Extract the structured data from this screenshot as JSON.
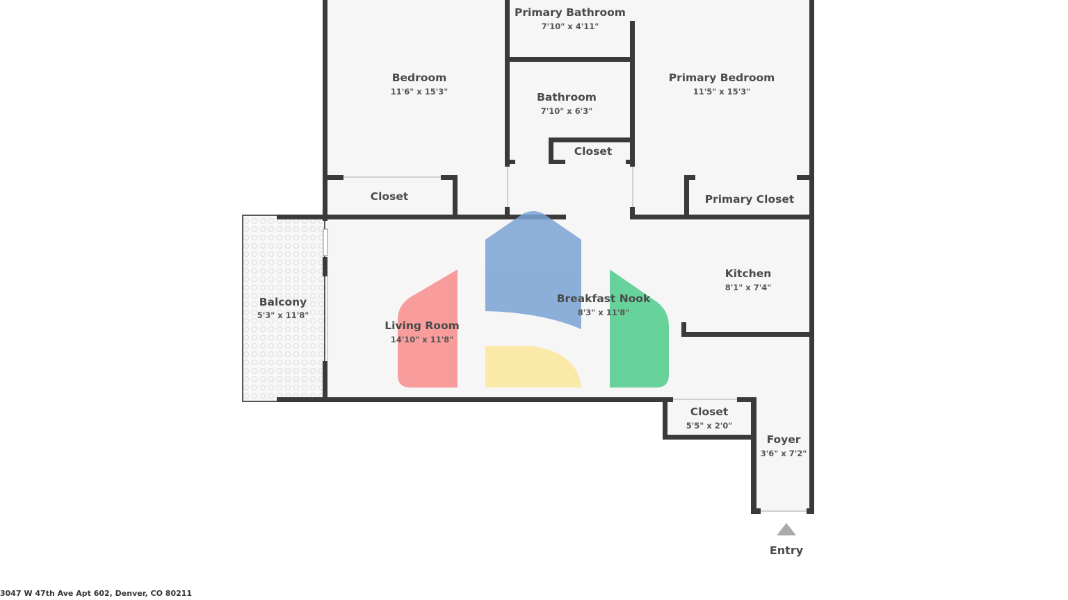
{
  "address": "3047 W 47th Ave Apt 602, Denver, CO 80211",
  "entry": {
    "label": "Entry"
  },
  "colors": {
    "wall": "#3a3a3a",
    "floor": "#f6f6f6",
    "logo_red": "#f88c8c",
    "logo_blue": "#7aa3d6",
    "logo_yellow": "#fbe79a",
    "logo_green": "#4ecb8a"
  },
  "rooms": {
    "primary_bathroom": {
      "name": "Primary Bathroom",
      "dims": "7'10\" x 4'11\""
    },
    "bedroom": {
      "name": "Bedroom",
      "dims": "11'6\" x 15'3\""
    },
    "bathroom": {
      "name": "Bathroom",
      "dims": "7'10\" x 6'3\""
    },
    "primary_bedroom": {
      "name": "Primary Bedroom",
      "dims": "11'5\" x 15'3\""
    },
    "hall_closet": {
      "name": "Closet"
    },
    "bedroom_closet": {
      "name": "Closet"
    },
    "primary_closet": {
      "name": "Primary Closet"
    },
    "balcony": {
      "name": "Balcony",
      "dims": "5'3\" x 11'8\""
    },
    "living_room": {
      "name": "Living Room",
      "dims": "14'10\" x 11'8\""
    },
    "breakfast_nook": {
      "name": "Breakfast Nook",
      "dims": "8'3\" x 11'8\""
    },
    "kitchen": {
      "name": "Kitchen",
      "dims": "8'1\" x 7'4\""
    },
    "foyer_closet": {
      "name": "Closet",
      "dims": "5'5\" x 2'0\""
    },
    "foyer": {
      "name": "Foyer",
      "dims": "3'6\" x 7'2\""
    }
  }
}
